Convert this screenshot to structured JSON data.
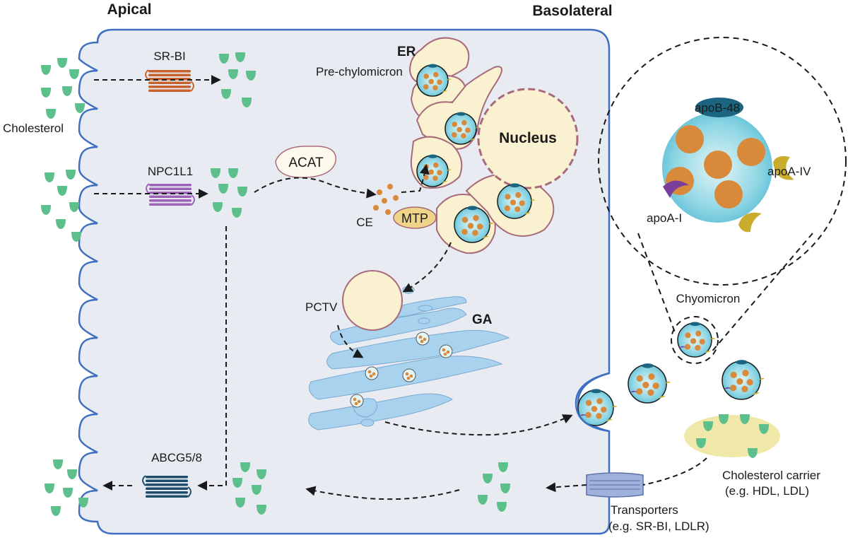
{
  "regions": {
    "apical": "Apical",
    "basolateral": "Basolateral"
  },
  "molecules": {
    "cholesterol": "Cholesterol",
    "ce": "CE",
    "acat": "ACAT",
    "mtp": "MTP"
  },
  "transporters": {
    "srbi": "SR-BI",
    "npc1l1": "NPC1L1",
    "abcg": "ABCG5/8"
  },
  "organelles": {
    "er": "ER",
    "nucleus": "Nucleus",
    "ga": "GA",
    "pctv": "PCTV",
    "pre_chylomicron": "Pre-chylomicron"
  },
  "particle": {
    "name": "Chyomicron",
    "apob48": "apoB-48",
    "apoa1": "apoA-I",
    "apoa4": "apoA-IV"
  },
  "basolateral_uptake": {
    "carrier": "Cholesterol carrier",
    "carrier_example": "(e.g. HDL, LDL)",
    "transporters": "Transporters",
    "transporters_example": "(e.g. SR-BI, LDLR)"
  },
  "colors": {
    "cell_fill": "#e8ebf2",
    "membrane": "#3f6fc2",
    "cholesterol": "#5dbf8c",
    "er_fill": "#f9f1cf",
    "er_edge": "#a86a7a",
    "golgi": "#a9d2ee",
    "chylomicron": "#a2dce8",
    "core": "#d9893a",
    "apob": "#1b6580",
    "apoa1": "#7a3f9a",
    "apoa4": "#c9ac2c",
    "srbi": "#c8622c",
    "npc1l1": "#9b62b8",
    "abcg": "#1f4d6c",
    "basal_transporter": "#9fb2dc",
    "carrier": "#f0e8a8"
  }
}
